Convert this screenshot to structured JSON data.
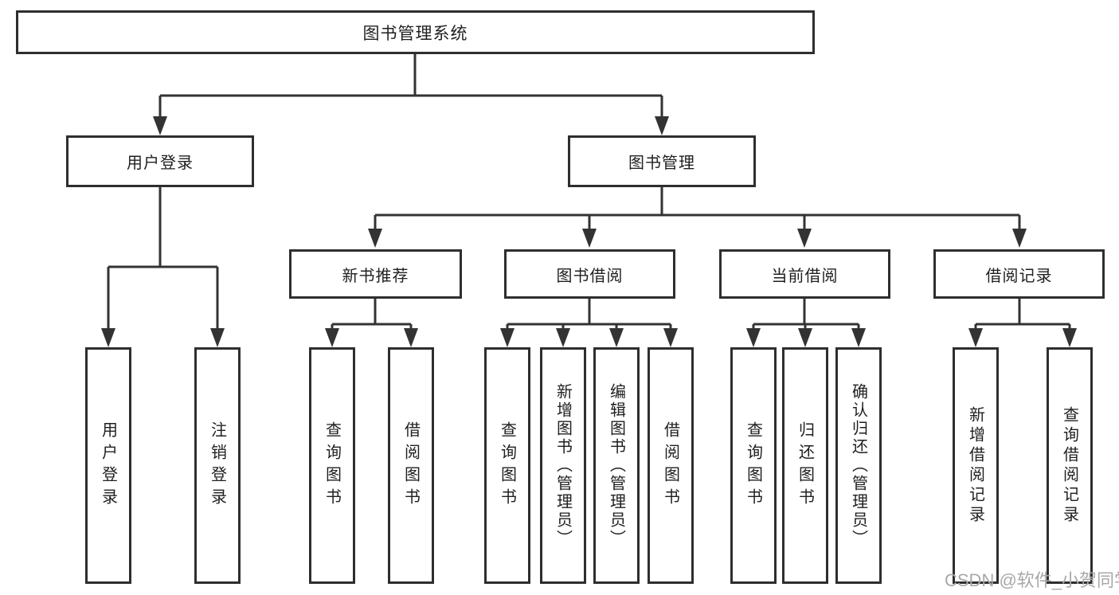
{
  "diagram": {
    "root": {
      "label": "图书管理系统"
    },
    "branches": [
      {
        "label": "用户登录",
        "children": [
          {
            "label": "用户登录"
          },
          {
            "label": "注销登录"
          }
        ]
      },
      {
        "label": "图书管理",
        "children": [
          {
            "label": "新书推荐",
            "children": [
              {
                "label": "查询图书"
              },
              {
                "label": "借阅图书"
              }
            ]
          },
          {
            "label": "图书借阅",
            "children": [
              {
                "label": "查询图书"
              },
              {
                "label": "新增图书（管理员）"
              },
              {
                "label": "编辑图书（管理员）"
              },
              {
                "label": "借阅图书"
              }
            ]
          },
          {
            "label": "当前借阅",
            "children": [
              {
                "label": "查询图书"
              },
              {
                "label": "归还图书"
              },
              {
                "label": "确认归还（管理员）"
              }
            ]
          },
          {
            "label": "借阅记录",
            "children": [
              {
                "label": "新增借阅记录"
              },
              {
                "label": "查询借阅记录"
              }
            ]
          }
        ]
      }
    ]
  },
  "watermark": {
    "text": "CSDN @软件_小贺同学"
  },
  "colors": {
    "line": "#333333",
    "border": "#2e2e2e",
    "fill": "#ffffff",
    "text": "#1f1f1f",
    "watermark": "#a8a8a8",
    "bg": "#ffffff"
  }
}
